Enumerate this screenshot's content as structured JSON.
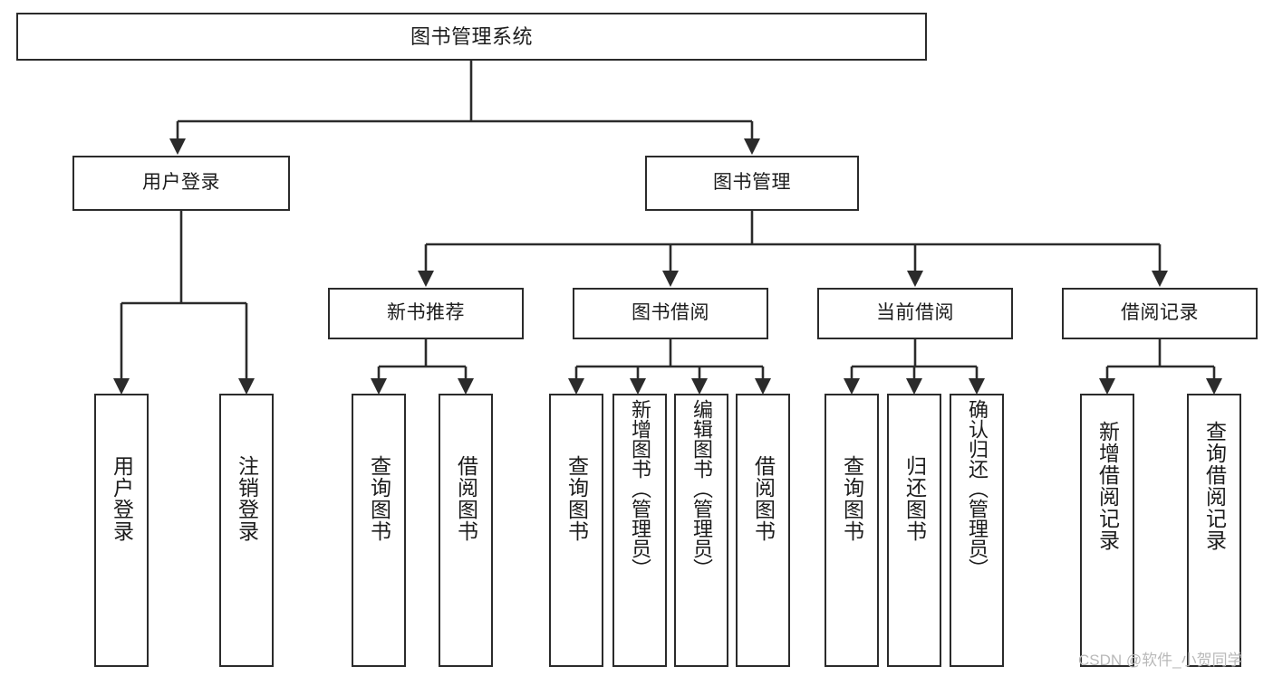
{
  "diagram": {
    "title": "图书管理系统",
    "type": "functional-structure-tree",
    "watermark": "CSDN @软件_小贺同学",
    "colors": {
      "stroke": "#2b2b2b",
      "fill": "#ffffff",
      "text": "#1c1c1c",
      "watermark": "#b9b9b9"
    },
    "levels": {
      "level1": [
        "图书管理系统"
      ],
      "level2": [
        "用户登录",
        "图书管理"
      ],
      "level3": [
        "新书推荐",
        "图书借阅",
        "当前借阅",
        "借阅记录"
      ],
      "level4": [
        "用户登录",
        "注销登录",
        "查询图书",
        "借阅图书",
        "查询图书",
        "新增图书（管理员）",
        "编辑图书（管理员）",
        "借阅图书",
        "查询图书",
        "归还图书",
        "确认归还（管理员）",
        "新增借阅记录",
        "查询借阅记录"
      ]
    },
    "nodes": {
      "root": {
        "label": "图书管理系统"
      },
      "user_login": {
        "label": "用户登录"
      },
      "book_manage": {
        "label": "图书管理"
      },
      "new_book_rec": {
        "label": "新书推荐"
      },
      "book_borrow": {
        "label": "图书借阅"
      },
      "current_borrow": {
        "label": "当前借阅"
      },
      "borrow_record": {
        "label": "借阅记录"
      },
      "leaf_user_login": {
        "label": "用户登录"
      },
      "leaf_logout": {
        "label": "注销登录"
      },
      "leaf_query_book_a": {
        "label": "查询图书"
      },
      "leaf_borrow_book_a": {
        "label": "借阅图书"
      },
      "leaf_query_book_b": {
        "label": "查询图书"
      },
      "leaf_add_book": {
        "label": "新增图书（管理员）"
      },
      "leaf_edit_book": {
        "label": "编辑图书（管理员）"
      },
      "leaf_borrow_book_b": {
        "label": "借阅图书"
      },
      "leaf_query_book_c": {
        "label": "查询图书"
      },
      "leaf_return_book": {
        "label": "归还图书"
      },
      "leaf_confirm_return": {
        "label": "确认归还（管理员）"
      },
      "leaf_add_record": {
        "label": "新增借阅记录"
      },
      "leaf_query_record": {
        "label": "查询借阅记录"
      }
    },
    "edges": [
      {
        "from": "root",
        "to": "user_login"
      },
      {
        "from": "root",
        "to": "book_manage"
      },
      {
        "from": "book_manage",
        "to": "new_book_rec"
      },
      {
        "from": "book_manage",
        "to": "book_borrow"
      },
      {
        "from": "book_manage",
        "to": "current_borrow"
      },
      {
        "from": "book_manage",
        "to": "borrow_record"
      },
      {
        "from": "user_login",
        "to": "leaf_user_login"
      },
      {
        "from": "user_login",
        "to": "leaf_logout"
      },
      {
        "from": "new_book_rec",
        "to": "leaf_query_book_a"
      },
      {
        "from": "new_book_rec",
        "to": "leaf_borrow_book_a"
      },
      {
        "from": "book_borrow",
        "to": "leaf_query_book_b"
      },
      {
        "from": "book_borrow",
        "to": "leaf_add_book"
      },
      {
        "from": "book_borrow",
        "to": "leaf_edit_book"
      },
      {
        "from": "book_borrow",
        "to": "leaf_borrow_book_b"
      },
      {
        "from": "current_borrow",
        "to": "leaf_query_book_c"
      },
      {
        "from": "current_borrow",
        "to": "leaf_return_book"
      },
      {
        "from": "current_borrow",
        "to": "leaf_confirm_return"
      },
      {
        "from": "borrow_record",
        "to": "leaf_add_record"
      },
      {
        "from": "borrow_record",
        "to": "leaf_query_record"
      }
    ]
  }
}
